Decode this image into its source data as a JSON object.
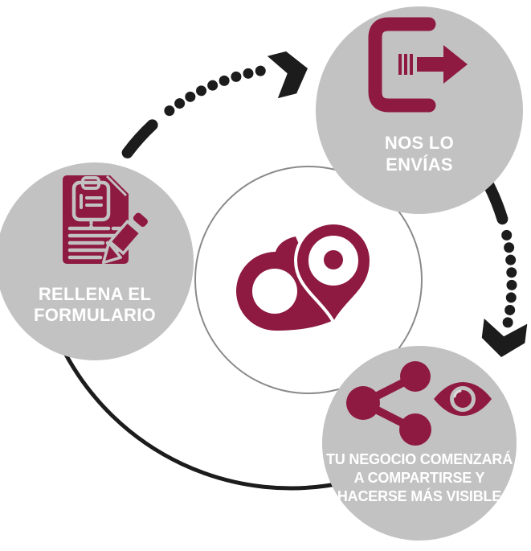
{
  "colors": {
    "maroon": "#8E1A41",
    "gray": "#C3C2C2",
    "black": "#1C1C1C",
    "ring": "#8A8A8A",
    "white": "#FFFFFF"
  },
  "steps": [
    {
      "icon": "form-pen-icon",
      "lines": [
        "RELLENA EL",
        "FORMULARIO"
      ]
    },
    {
      "icon": "send-arrow-icon",
      "lines": [
        "NOS LO",
        "ENVÍAS"
      ]
    },
    {
      "icon": "share-eye-icon",
      "lines": [
        "TU NEGOCIO COMENZARÁ",
        "A COMPARTIRSE Y",
        "HACERSE MÁS VISIBLE"
      ]
    }
  ],
  "center_logo": {
    "icon": "heart-map-pin-logo"
  }
}
